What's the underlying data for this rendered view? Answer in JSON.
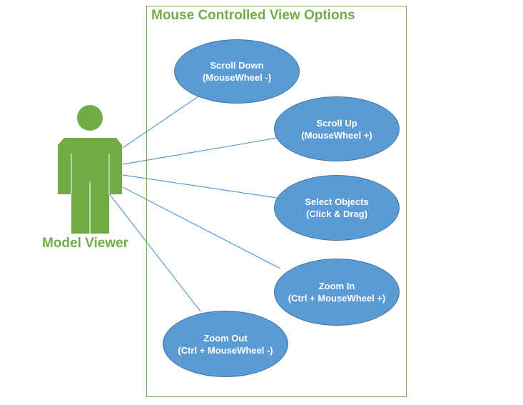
{
  "diagram": {
    "title": "Mouse Controlled View Options",
    "actor": {
      "label": "Model Viewer",
      "icon": "person-icon",
      "color": "#70ad47"
    },
    "use_cases": [
      {
        "line1": "Scroll Down",
        "line2": "(MouseWheel -)"
      },
      {
        "line1": "Scroll Up",
        "line2": "(MouseWheel +)"
      },
      {
        "line1": "Select Objects",
        "line2": "(Click & Drag)"
      },
      {
        "line1": "Zoom In",
        "line2": "(Ctrl + MouseWheel +)"
      },
      {
        "line1": "Zoom Out",
        "line2": "(Ctrl + MouseWheel -)"
      }
    ],
    "colors": {
      "use_case_fill": "#5b9bd5",
      "use_case_border": "#41719c",
      "connector": "#5b9bd5",
      "boundary": "#70ad47"
    }
  }
}
